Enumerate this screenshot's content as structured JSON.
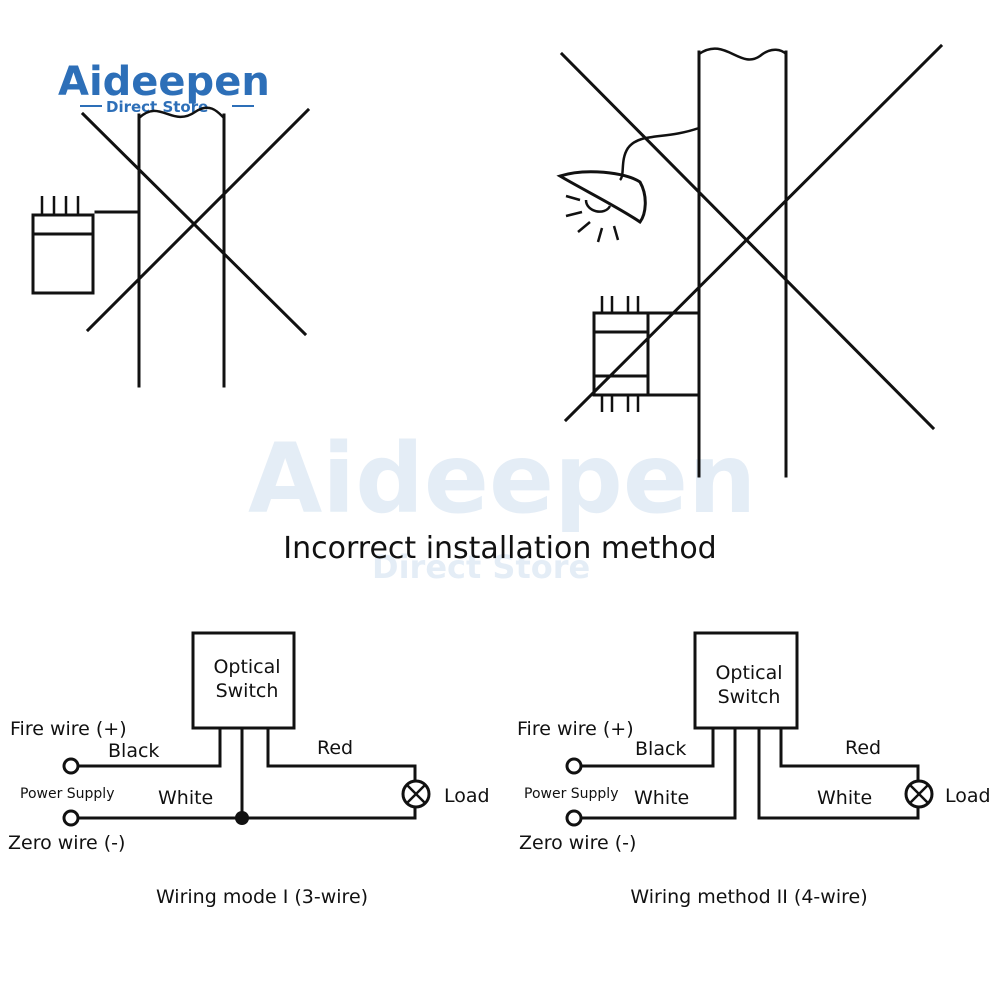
{
  "brand": {
    "name": "Aideepen",
    "tagline": "Direct Store",
    "colors": {
      "blue": "#2d6fb8",
      "orange": "#f4a020",
      "teal": "#1fa6a6"
    }
  },
  "heading": "Incorrect installation method",
  "diagram_1": {
    "caption": "Wiring mode I (3-wire)",
    "device_line1": "Optical",
    "device_line2": "Switch",
    "fire_wire": "Fire wire (+)",
    "power_supply": "Power Supply",
    "zero_wire": "Zero wire (-)",
    "black": "Black",
    "white": "White",
    "red": "Red",
    "load": "Load"
  },
  "diagram_2": {
    "caption": "Wiring method II (4-wire)",
    "device_line1": "Optical",
    "device_line2": "Switch",
    "fire_wire": "Fire wire (+)",
    "power_supply": "Power Supply",
    "zero_wire": "Zero wire (-)",
    "black": "Black",
    "white_left": "White",
    "white_right": "White",
    "red": "Red",
    "load": "Load"
  },
  "icons": [
    "lamp-icon",
    "sensor-module-icon",
    "load-lamp-icon",
    "terminal-icon",
    "junction-dot-icon"
  ]
}
